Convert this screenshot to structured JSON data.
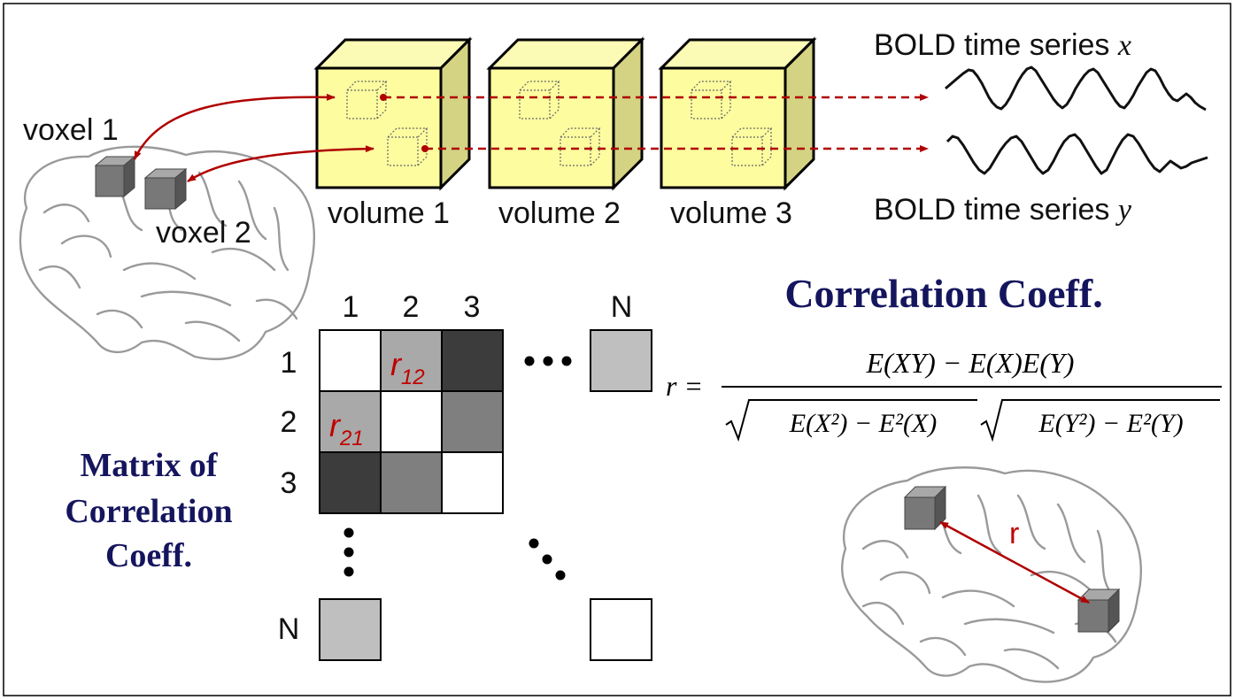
{
  "labels": {
    "voxel_1": "voxel 1",
    "voxel_2": "voxel 2",
    "volume_1": "volume 1",
    "volume_2": "volume 2",
    "volume_3": "volume 3",
    "bold_x_prefix": "BOLD time series ",
    "bold_x_var": "x",
    "bold_y_prefix": "BOLD time series ",
    "bold_y_var": "y",
    "corr_heading": "Correlation Coeff.",
    "matrix_heading_1": "Matrix of",
    "matrix_heading_2": "Correlation",
    "matrix_heading_3": "Coeff.",
    "r_label": "r"
  },
  "matrix": {
    "col_headers": [
      "1",
      "2",
      "3",
      "N"
    ],
    "row_headers": [
      "1",
      "2",
      "3",
      "N"
    ],
    "r12": {
      "base": "r",
      "sub": "12"
    },
    "r21": {
      "base": "r",
      "sub": "21"
    },
    "cell_shades": {
      "r1": [
        "#ffffff",
        "#a9a9a9",
        "#3c3c3c"
      ],
      "r2": [
        "#a9a9a9",
        "#ffffff",
        "#7f7f7f"
      ],
      "r3": [
        "#3c3c3c",
        "#7f7f7f",
        "#ffffff"
      ],
      "r1_N": "#bfbfbf",
      "rN_1": "#bfbfbf",
      "rN_N": "#ffffff"
    }
  },
  "formula": {
    "lhs": "r =",
    "numerator": "E(XY) − E(X)E(Y)",
    "den_1": "E(X²) − E²(X)",
    "den_2": "E(Y²) − E²(Y)"
  },
  "colors": {
    "arrow": "#b00000",
    "cube_face": "#fdfda0",
    "cube_top": "#fbfbb5",
    "cube_side": "#d3d383",
    "voxel_front": "#787878",
    "voxel_top": "#a8a8a8",
    "voxel_side": "#555555",
    "heading": "#15155e",
    "red_label": "#c00000"
  },
  "icons": [
    "brain-icon",
    "voxel-cube-icon",
    "volume-cube-icon"
  ]
}
